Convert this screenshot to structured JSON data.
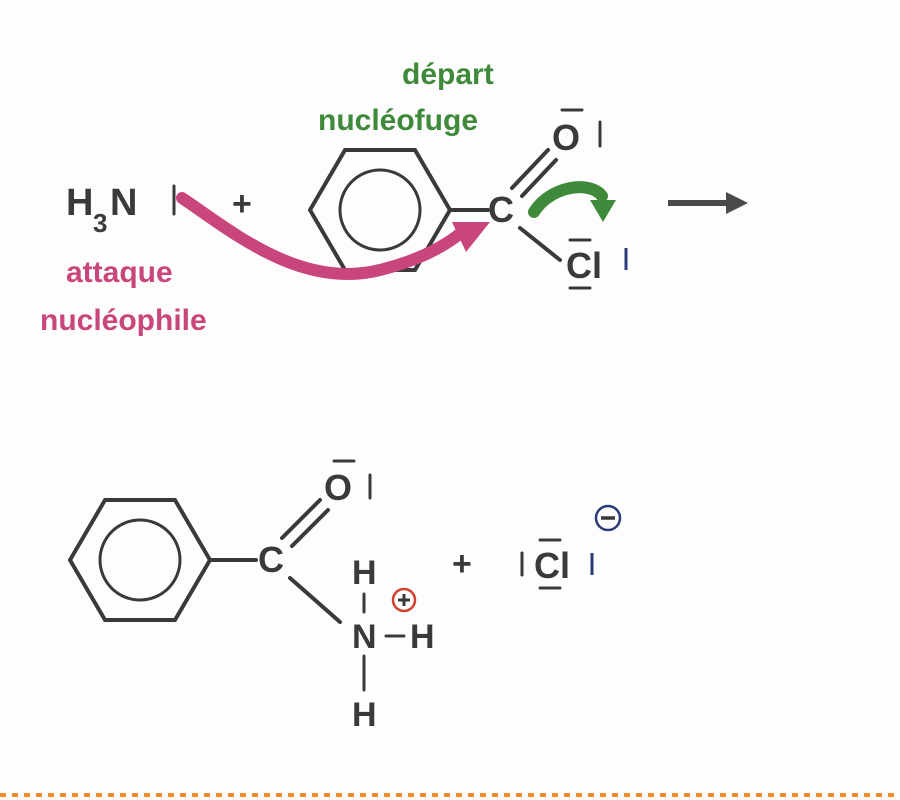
{
  "reaction_top": {
    "reactant_amine": {
      "main": "H",
      "sub": "3",
      "atom": "N"
    },
    "plus": "+",
    "carbonyl_carbon": "C",
    "carbonyl_oxygen": "O",
    "chlorine": "Cl",
    "attack_label_line1": "attaque",
    "attack_label_line2": "nucléophile",
    "leaving_label_line1": "départ",
    "leaving_label_line2": "nucléofuge"
  },
  "reaction_bottom": {
    "carbonyl_carbon": "C",
    "carbonyl_oxygen": "O",
    "nitrogen": "N",
    "hydrogen_top": "H",
    "hydrogen_right": "H",
    "hydrogen_bottom": "H",
    "plus": "+",
    "chloride": "Cl"
  },
  "colors": {
    "pink": "#c8467c",
    "green": "#3f8a3a",
    "red": "#d0402a",
    "navy": "#2b3a78",
    "divider": "#f08a28",
    "ink": "#3a3a3a"
  }
}
